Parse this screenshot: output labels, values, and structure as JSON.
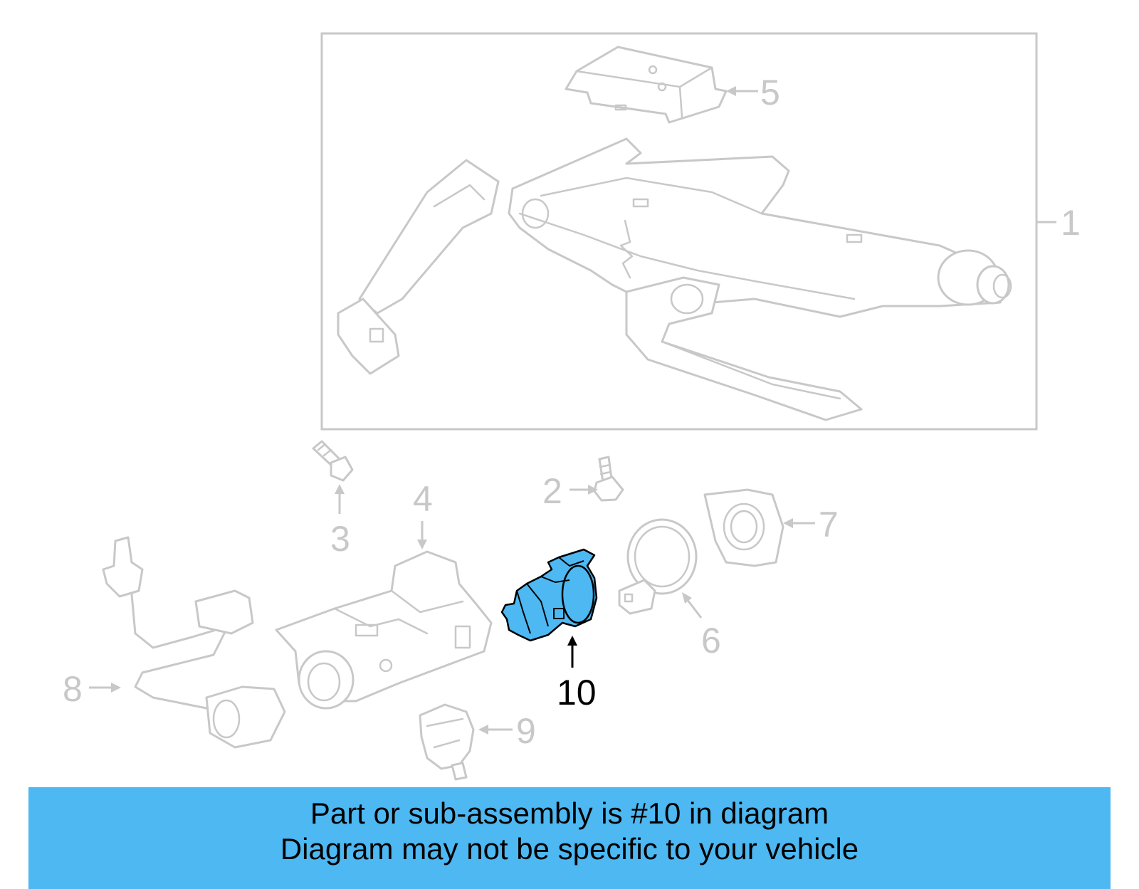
{
  "callouts": {
    "c1": "1",
    "c2": "2",
    "c3": "3",
    "c4": "4",
    "c5": "5",
    "c6": "6",
    "c7": "7",
    "c8": "8",
    "c9": "9",
    "c10": "10"
  },
  "highlighted_part": "10",
  "caption": {
    "line1": "Part or sub-assembly is #10 in diagram",
    "line2": "Diagram may not be specific to your vehicle"
  },
  "colors": {
    "highlight": "#4db8f2",
    "inactive_lines": "#c8c8c8",
    "active_text": "#000000"
  }
}
